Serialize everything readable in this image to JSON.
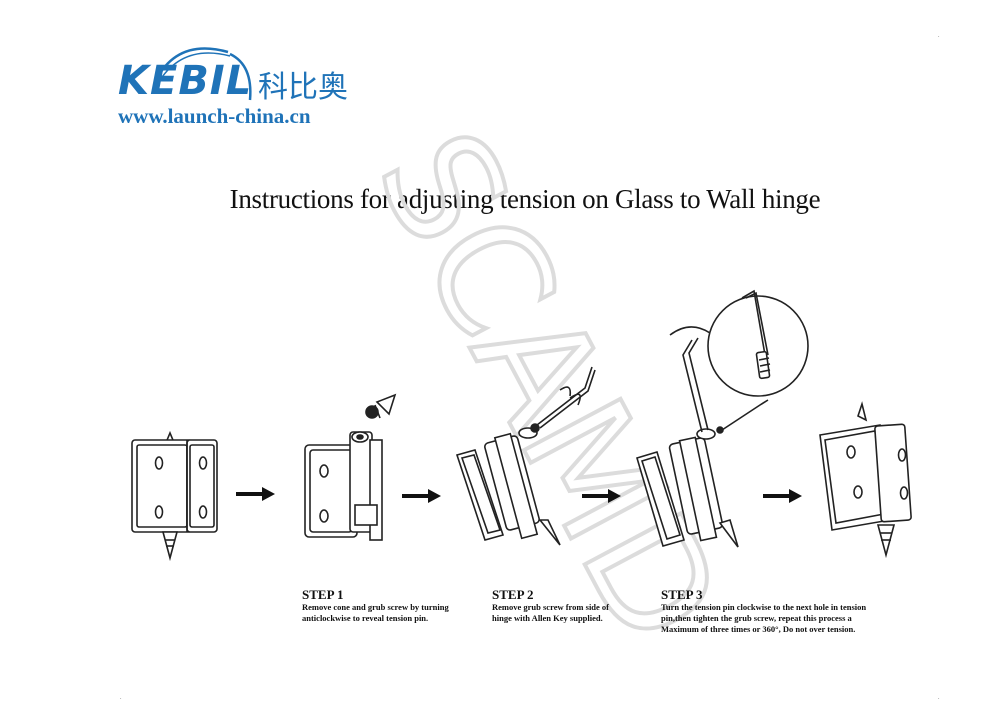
{
  "logo": {
    "brand": "KEBIL",
    "brand_cn": "科比奥",
    "url": "www.launch-china.cn",
    "color": "#1f73b8"
  },
  "watermark": {
    "text": "SCAMD"
  },
  "title": "Instructions for adjusting tension on Glass to Wall hinge",
  "steps": [
    {
      "heading": "STEP 1",
      "lines": [
        "Remove cone and grub screw by turning",
        "anticlockwise to reveal tension pin."
      ]
    },
    {
      "heading": "STEP 2",
      "lines": [
        "Remove  grub screw from side of",
        "hinge with Allen Key supplied."
      ]
    },
    {
      "heading": "STEP 3",
      "lines": [
        "Turn the tension pin clockwise to the next hole in tension",
        "pin,then tighten the grub screw, repeat this process a",
        "Maximum of three times or 360°, Do not over tension."
      ]
    }
  ],
  "icons": [
    "hinge-closed",
    "arrow-right",
    "hinge-open-cone-removed",
    "hinge-allen-key",
    "hinge-tension-pin",
    "allen-key-zoom",
    "hinge-final"
  ]
}
